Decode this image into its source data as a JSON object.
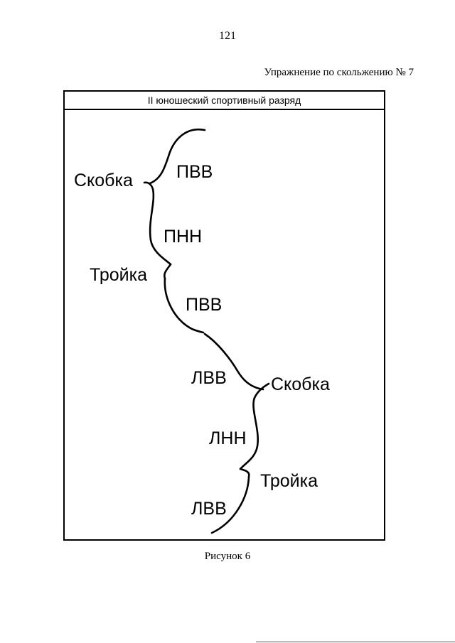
{
  "page": {
    "number": "121",
    "exercise_title": "Упражнение по скольжению № 7",
    "caption": "Рисунок 6"
  },
  "frame": {
    "header": "II юношеский спортивный разряд"
  },
  "diagram": {
    "labels": [
      {
        "id": "skobka-1",
        "text": "Скобка"
      },
      {
        "id": "pvv-1",
        "text": "ПВВ"
      },
      {
        "id": "pnn-1",
        "text": "ПНН"
      },
      {
        "id": "troika-1",
        "text": "Тройка"
      },
      {
        "id": "pvv-2",
        "text": "ПВВ"
      },
      {
        "id": "lvv-1",
        "text": "ЛВВ"
      },
      {
        "id": "skobka-2",
        "text": "Скобка"
      },
      {
        "id": "lnn-1",
        "text": "ЛНН"
      },
      {
        "id": "troika-2",
        "text": "Тройка"
      },
      {
        "id": "lvv-2",
        "text": "ЛВВ"
      }
    ]
  }
}
